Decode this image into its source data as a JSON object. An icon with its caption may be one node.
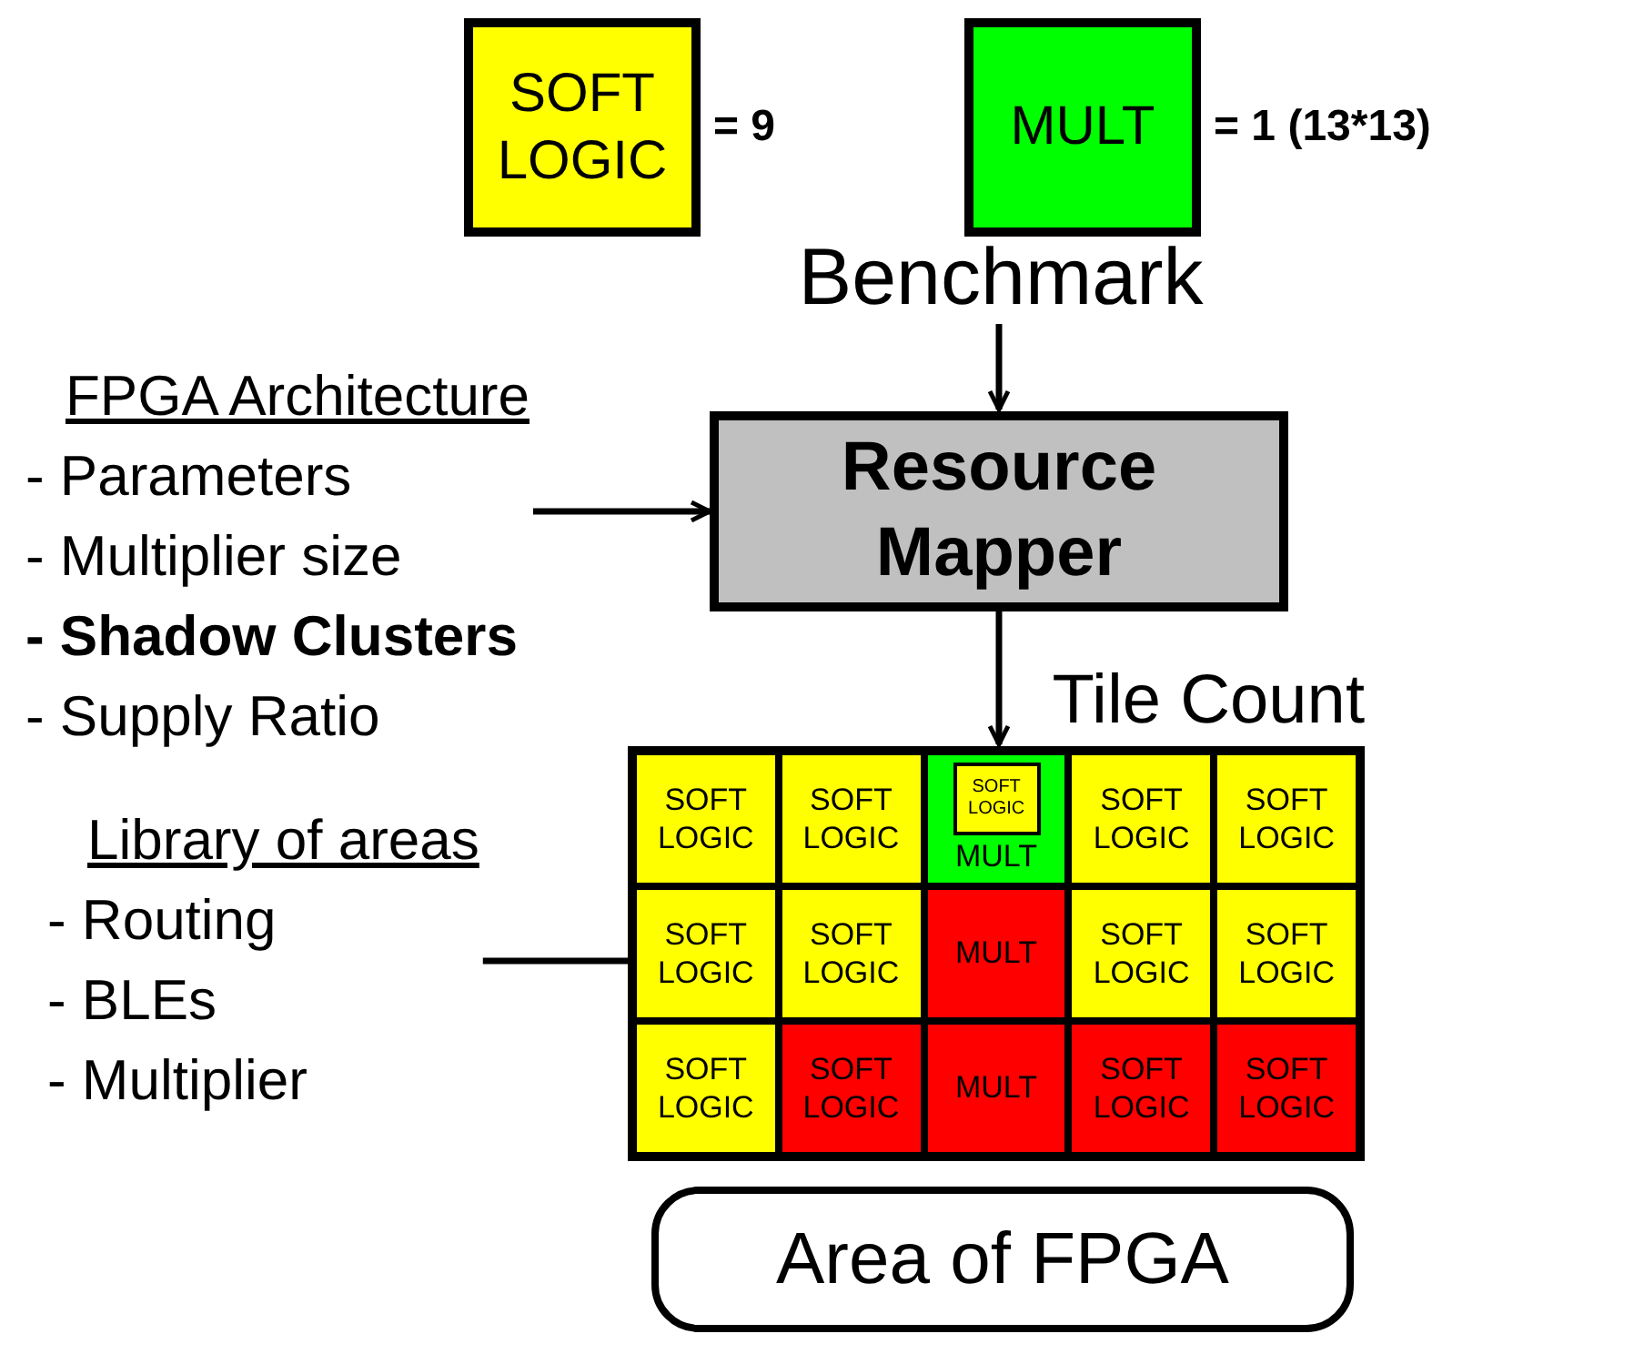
{
  "diagram": {
    "nodes": [
      {
        "text": [
          "SOFT LOGIC"
        ],
        "beside": [
          "= 9"
        ]
      },
      {
        "text": [
          "MULT"
        ],
        "beside": [
          "= 1 (13*13)"
        ]
      },
      {
        "text": [
          "Benchmark"
        ]
      },
      {
        "text": [
          "FPGA Architecture",
          "- Parameters",
          "- Multiplier size",
          "**- Shadow Clusters**",
          "- Supply Ratio"
        ]
      },
      {
        "text": [
          "Resource Mapper"
        ]
      },
      {
        "text": [
          "Library of areas",
          "- Routing",
          "- BLEs",
          "- Multiplier"
        ]
      },
      {
        "text": [
          "Tile Count"
        ]
      },
      {
        "text": [
          "SOFT LOGIC"
        ],
        "in": 6
      },
      {
        "text": [
          "SOFT LOGIC"
        ],
        "in": 6
      },
      {
        "text": [
          "MULT"
        ],
        "in": 6
      },
      {
        "text": [
          "SOFT LOGIC"
        ],
        "in": 9
      },
      {
        "text": [
          "SOFT LOGIC"
        ],
        "in": 6
      },
      {
        "text": [
          "SOFT LOGIC"
        ],
        "in": 6
      },
      {
        "text": [
          "SOFT LOGIC"
        ],
        "in": 6
      },
      {
        "text": [
          "SOFT LOGIC"
        ],
        "in": 6
      },
      {
        "text": [
          "MULT"
        ],
        "in": 6
      },
      {
        "text": [
          "SOFT LOGIC"
        ],
        "in": 6
      },
      {
        "text": [
          "SOFT LOGIC"
        ],
        "in": 6
      },
      {
        "text": [
          "SOFT LOGIC"
        ],
        "in": 6
      },
      {
        "text": [
          "SOFT LOGIC"
        ],
        "in": 6
      },
      {
        "text": [
          "MULT"
        ],
        "in": 6
      },
      {
        "text": [
          "SOFT LOGIC"
        ],
        "in": 6
      },
      {
        "text": [
          "SOFT LOGIC"
        ],
        "in": 6
      },
      {
        "text": [
          "Area of FPGA"
        ]
      }
    ],
    "edges": [
      {
        "from": 2,
        "to": 4,
        "arrow": "to"
      },
      {
        "from": 3,
        "to": 4,
        "arrow": "to"
      },
      {
        "from": 4,
        "to": 6,
        "arrow": "to"
      },
      {
        "from": 5,
        "to": 6,
        "arrow": "none"
      }
    ]
  }
}
